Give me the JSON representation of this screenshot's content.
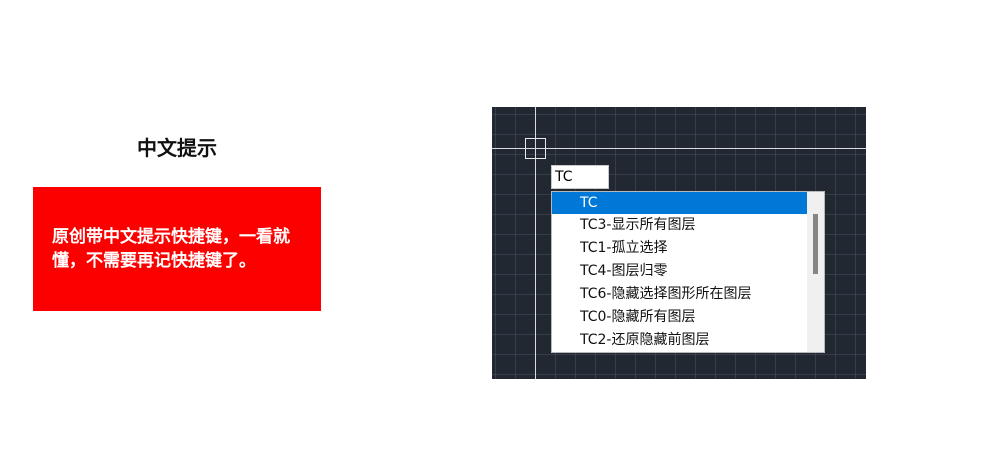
{
  "feature": {
    "title": "中文提示",
    "description": "原创带中文提示快捷键，一看就懂，不需要再记快捷键了。"
  },
  "cad": {
    "command_input": "TC",
    "autocomplete": {
      "items": [
        "TC",
        "TC3-显示所有图层",
        "TC1-孤立选择",
        "TC4-图层归零",
        "TC6-隐藏选择图形所在图层",
        "TC0-隐藏所有图层",
        "TC2-还原隐藏前图层"
      ],
      "selected_index": 0
    }
  },
  "colors": {
    "feature_box": "#fc0000",
    "canvas_background": "#212832",
    "selection": "#0078d7"
  }
}
